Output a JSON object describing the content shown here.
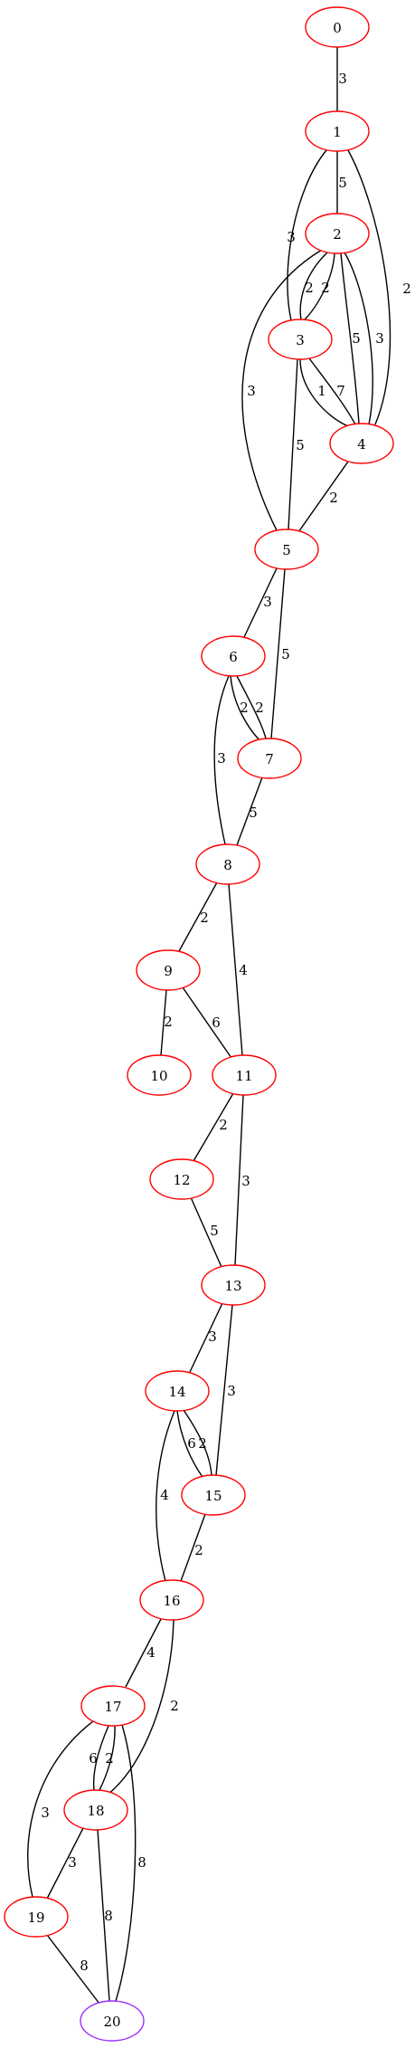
{
  "graph": {
    "node_color": "#ff0000",
    "sink_color": "#9b30ff",
    "sink": "20",
    "nodes": [
      "0",
      "1",
      "2",
      "3",
      "4",
      "5",
      "6",
      "7",
      "8",
      "9",
      "10",
      "11",
      "12",
      "13",
      "14",
      "15",
      "16",
      "17",
      "18",
      "19",
      "20"
    ],
    "edges": [
      {
        "id": "e0-1",
        "label": "3"
      },
      {
        "id": "e1-2",
        "label": "5"
      },
      {
        "id": "e1-3",
        "label": "3"
      },
      {
        "id": "e1-4",
        "label": "2"
      },
      {
        "id": "e2-3a",
        "label": "2"
      },
      {
        "id": "e2-3b",
        "label": "2"
      },
      {
        "id": "e2-4a",
        "label": "5"
      },
      {
        "id": "e2-4b",
        "label": "3"
      },
      {
        "id": "e2-5",
        "label": "3"
      },
      {
        "id": "e3-4a",
        "label": "1"
      },
      {
        "id": "e3-4b",
        "label": "7"
      },
      {
        "id": "e3-5",
        "label": "5"
      },
      {
        "id": "e4-5",
        "label": "2"
      },
      {
        "id": "e5-6",
        "label": "3"
      },
      {
        "id": "e5-7",
        "label": "5"
      },
      {
        "id": "e6-7a",
        "label": "2"
      },
      {
        "id": "e6-7b",
        "label": "2"
      },
      {
        "id": "e6-8",
        "label": "3"
      },
      {
        "id": "e7-8",
        "label": "5"
      },
      {
        "id": "e8-9",
        "label": "2"
      },
      {
        "id": "e8-11",
        "label": "4"
      },
      {
        "id": "e9-10",
        "label": "2"
      },
      {
        "id": "e9-11",
        "label": "6"
      },
      {
        "id": "e11-12",
        "label": "2"
      },
      {
        "id": "e11-13",
        "label": "3"
      },
      {
        "id": "e12-13",
        "label": "5"
      },
      {
        "id": "e13-14",
        "label": "3"
      },
      {
        "id": "e13-15",
        "label": "3"
      },
      {
        "id": "e14-15a",
        "label": "6"
      },
      {
        "id": "e14-15b",
        "label": "2"
      },
      {
        "id": "e14-16",
        "label": "4"
      },
      {
        "id": "e15-16",
        "label": "2"
      },
      {
        "id": "e16-17",
        "label": "4"
      },
      {
        "id": "e16-18",
        "label": "2"
      },
      {
        "id": "e17-18a",
        "label": "6"
      },
      {
        "id": "e17-18b",
        "label": "2"
      },
      {
        "id": "e17-19",
        "label": "3"
      },
      {
        "id": "e17-20",
        "label": "8"
      },
      {
        "id": "e18-19",
        "label": "3"
      },
      {
        "id": "e18-20",
        "label": "8"
      },
      {
        "id": "e19-20",
        "label": "8"
      }
    ]
  }
}
